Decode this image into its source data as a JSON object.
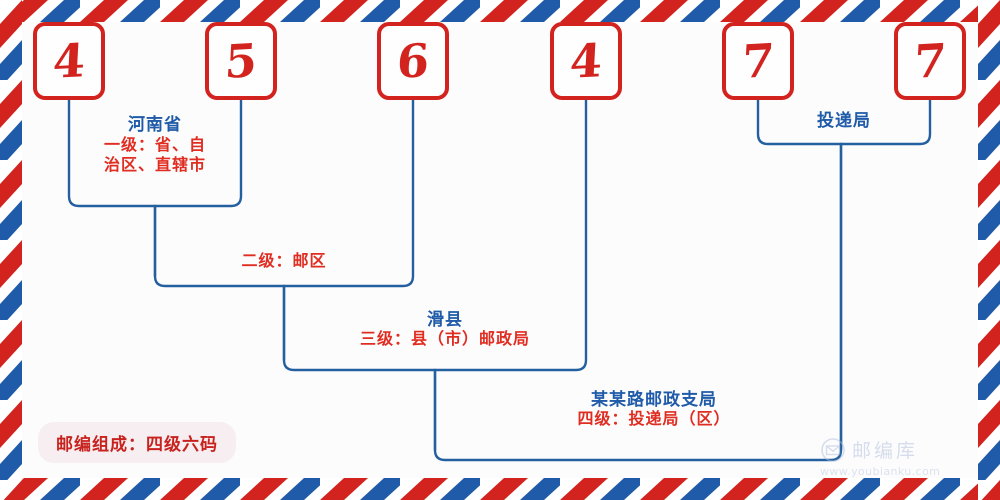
{
  "theme": {
    "red": "#d2231f",
    "red_text": "#e02d22",
    "blue": "#1f5ba8",
    "wire_blue": "#24609f",
    "paper": "#fcfbfb",
    "badge_bg": "#f6eef0",
    "watermark_blue": "#aebfdd"
  },
  "postcode": {
    "digits": [
      {
        "value": "4",
        "name": "digit-1"
      },
      {
        "value": "5",
        "name": "digit-2"
      },
      {
        "value": "6",
        "name": "digit-3"
      },
      {
        "value": "4",
        "name": "digit-4"
      },
      {
        "value": "7",
        "name": "digit-5"
      },
      {
        "value": "7",
        "name": "digit-6"
      }
    ],
    "full": "456477"
  },
  "levels": [
    {
      "key": "level1",
      "title": "河南省",
      "subtitle": "一级：省、自\n治区、直辖市",
      "subtitle_line1": "一级：省、自",
      "subtitle_line2": "治区、直辖市"
    },
    {
      "key": "level2",
      "title": "",
      "subtitle": "二级：邮区"
    },
    {
      "key": "level3",
      "title": "滑县",
      "subtitle": "三级：县（市）邮政局"
    },
    {
      "key": "level4",
      "title": "某某路邮政支局",
      "subtitle": "四级：投递局（区）"
    }
  ],
  "delivery_office": {
    "label": "投递局"
  },
  "footer": {
    "composition_badge": "邮编组成：四级六码"
  },
  "watermark": {
    "icon": "envelope-circle-icon",
    "name": "邮编库",
    "url": "www.youbianku.com"
  }
}
